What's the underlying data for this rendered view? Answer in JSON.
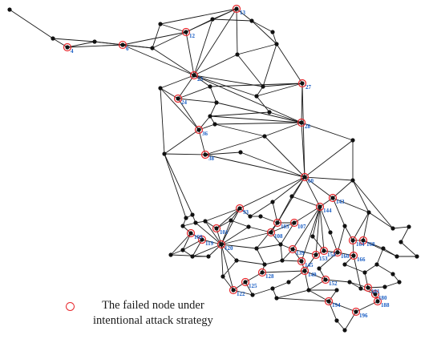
{
  "legend": {
    "line1": "The failed node under",
    "line2": "intentional attack strategy",
    "ring_color": "#e8262b"
  },
  "colors": {
    "edge": "#1a1a1a",
    "node": "#111111",
    "failed_ring": "#e8262b",
    "label": "#1a5ec4"
  },
  "failed_nodes": [
    {
      "id": "4",
      "label": "4"
    },
    {
      "id": "6",
      "label": "6"
    },
    {
      "id": "12",
      "label": "12"
    },
    {
      "id": "13",
      "label": "13"
    },
    {
      "id": "23",
      "label": "23"
    },
    {
      "id": "24",
      "label": "24"
    },
    {
      "id": "27",
      "label": "27"
    },
    {
      "id": "28",
      "label": "28"
    },
    {
      "id": "36",
      "label": "36"
    },
    {
      "id": "38",
      "label": "38"
    },
    {
      "id": "60",
      "label": "60"
    },
    {
      "id": "93",
      "label": "93"
    },
    {
      "id": "101",
      "label": "101"
    },
    {
      "id": "103",
      "label": "103"
    },
    {
      "id": "107",
      "label": "107"
    },
    {
      "id": "108",
      "label": "108"
    },
    {
      "id": "109",
      "label": "109"
    },
    {
      "id": "119",
      "label": "119"
    },
    {
      "id": "120",
      "label": "120"
    },
    {
      "id": "122",
      "label": "122"
    },
    {
      "id": "125",
      "label": "125"
    },
    {
      "id": "128",
      "label": "128"
    },
    {
      "id": "139",
      "label": "139"
    },
    {
      "id": "143",
      "label": "143"
    },
    {
      "id": "144",
      "label": "144"
    },
    {
      "id": "145",
      "label": "145"
    },
    {
      "id": "149",
      "label": "149"
    },
    {
      "id": "152",
      "label": "152"
    },
    {
      "id": "153",
      "label": "153"
    },
    {
      "id": "154",
      "label": "154"
    },
    {
      "id": "160",
      "label": "160"
    },
    {
      "id": "164",
      "label": "164"
    },
    {
      "id": "166",
      "label": "166"
    },
    {
      "id": "168",
      "label": "168"
    },
    {
      "id": "180",
      "label": "180"
    },
    {
      "id": "181",
      "label": "181"
    },
    {
      "id": "188",
      "label": "188"
    },
    {
      "id": "194",
      "label": "194"
    },
    {
      "id": "196",
      "label": "196"
    }
  ]
}
